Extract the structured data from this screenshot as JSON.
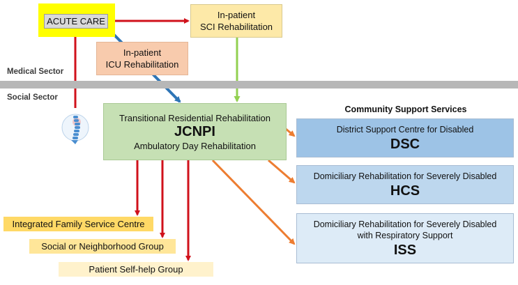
{
  "nodes": {
    "acute_care": "ACUTE CARE",
    "sci_rehab": {
      "line1": "In-patient",
      "line2": "SCI Rehabilitation"
    },
    "icu_rehab": {
      "line1": "In-patient",
      "line2": "ICU Rehabilitation"
    },
    "jcnpi": {
      "line1": "Transitional Residential Rehabilitation",
      "acronym": "JCNPI",
      "line3": "Ambulatory Day Rehabilitation"
    }
  },
  "sectors": {
    "medical": "Medical Sector",
    "social": "Social Sector"
  },
  "community_support": {
    "title": "Community Support Services",
    "services": [
      {
        "description": "District Support Centre for Disabled",
        "acronym": "DSC"
      },
      {
        "description": "Domiciliary Rehabilitation for Severely Disabled",
        "acronym": "HCS"
      },
      {
        "description_line1": "Domiciliary Rehabilitation for Severely Disabled",
        "description_line2": "with Respiratory Support",
        "acronym": "ISS"
      }
    ]
  },
  "groups": [
    "Integrated Family Service Centre",
    "Social or Neighborhood Group",
    "Patient Self-help Group"
  ],
  "colors": {
    "red_arrow": "#d0111b",
    "blue_arrow": "#2e75b6",
    "green_arrow": "#92d050",
    "orange_arrow": "#ed7d31",
    "highlight": "#ffff00"
  },
  "icons": {
    "spine": "spine-icon"
  }
}
